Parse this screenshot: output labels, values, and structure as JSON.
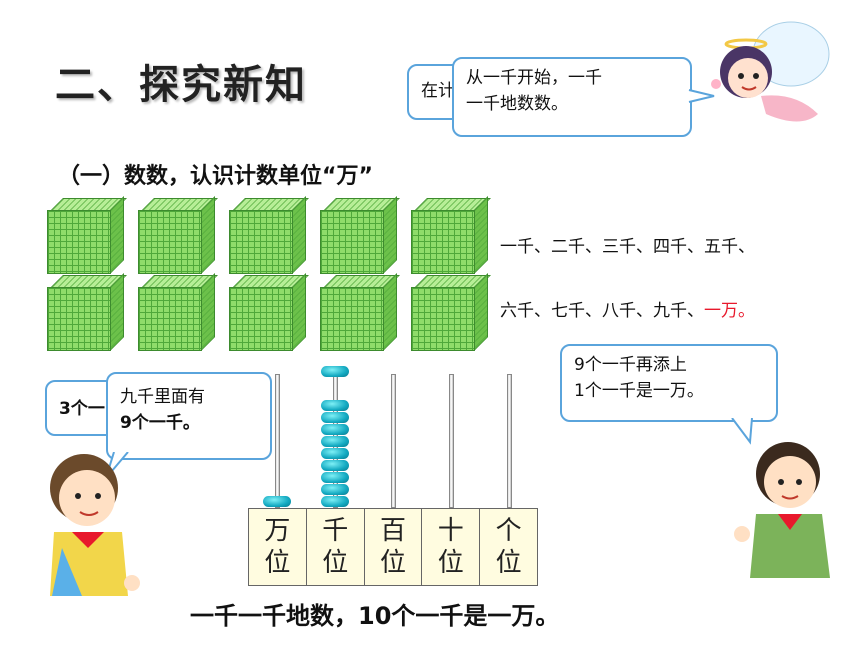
{
  "title": "二、探究新知",
  "subtitle": "（一）数数，认识计数单位“万”",
  "fairy_bubble": {
    "back_text": "在计",
    "front_line1": "从一千开始，一千",
    "front_line2": "一千地数数。"
  },
  "sequence": {
    "line1": "一千、二千、三千、四千、五千、",
    "line2_prefix": "六千、七千、八千、九千、",
    "line2_highlight": "一万。"
  },
  "boy_bubbles": {
    "back_text": "3个一",
    "front_line1": "九千里面有",
    "front_line2": "9个一千。"
  },
  "girl_bubble": {
    "line1": "9个一千再添上",
    "line2": "1个一千是一万。"
  },
  "abacus": {
    "places": [
      {
        "top": "万",
        "bottom": "位",
        "beads": 1
      },
      {
        "top": "千",
        "bottom": "位",
        "beads": 9
      },
      {
        "top": "百",
        "bottom": "位",
        "beads": 0
      },
      {
        "top": "十",
        "bottom": "位",
        "beads": 0
      },
      {
        "top": "个",
        "bottom": "位",
        "beads": 0
      }
    ]
  },
  "moving_bead_count": 1,
  "conclusion": "一千一千地数，10个一千是一万。",
  "colors": {
    "accent_red": "#e8192c",
    "bubble_border": "#5aa4dc",
    "cube_green": "#8fdc6a",
    "bead_cyan": "#13a9c1"
  }
}
